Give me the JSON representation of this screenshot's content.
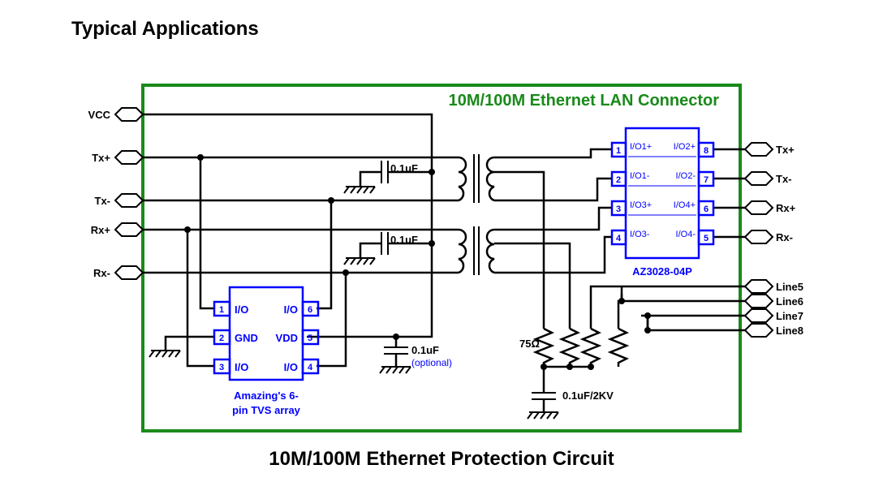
{
  "title": "Typical Applications",
  "caption": "10M/100M Ethernet Protection Circuit",
  "colors": {
    "border": "#1a8a1a",
    "component": "#0000ff",
    "wire": "#000000"
  },
  "connector_label": "10M/100M Ethernet LAN Connector",
  "left_ports": [
    "VCC",
    "Tx+",
    "Tx-",
    "Rx+",
    "Rx-"
  ],
  "right_ports": [
    "Tx+",
    "Tx-",
    "Rx+",
    "Rx-",
    "Line5",
    "Line6",
    "Line7",
    "Line8"
  ],
  "capacitors": {
    "tx_center": "0.1uF",
    "rx_center": "0.1uF",
    "vdd": "0.1uF",
    "vdd_note": "(optional)",
    "hv": "0.1uF/2KV"
  },
  "resistor_label": "75Ω",
  "tvs6": {
    "label_line1": "Amazing's 6-",
    "label_line2": "pin TVS array",
    "pins": [
      {
        "num": "1",
        "name": "I/O"
      },
      {
        "num": "2",
        "name": "GND"
      },
      {
        "num": "3",
        "name": "I/O"
      },
      {
        "num": "4",
        "name": "I/O"
      },
      {
        "num": "5",
        "name": "VDD"
      },
      {
        "num": "6",
        "name": "I/O"
      }
    ]
  },
  "az": {
    "label": "AZ3028-04P",
    "pins": [
      {
        "num": "1",
        "name": "I/O1+"
      },
      {
        "num": "2",
        "name": "I/O1-"
      },
      {
        "num": "3",
        "name": "I/O3+"
      },
      {
        "num": "4",
        "name": "I/O3-"
      },
      {
        "num": "5",
        "name": "I/O4-"
      },
      {
        "num": "6",
        "name": "I/O4+"
      },
      {
        "num": "7",
        "name": "I/O2-"
      },
      {
        "num": "8",
        "name": "I/O2+"
      }
    ]
  }
}
